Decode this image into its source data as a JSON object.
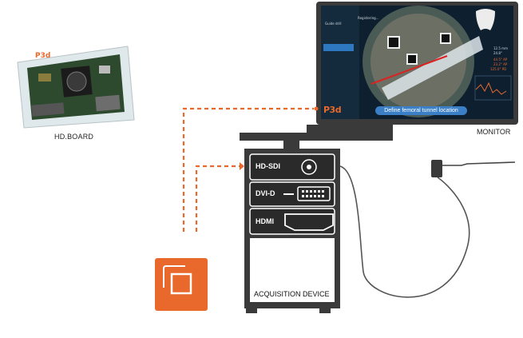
{
  "labels": {
    "board": "HD.BOARD",
    "monitor": "MONITOR",
    "acquisition": "ACQUISITION DEVICE"
  },
  "ports": [
    {
      "label": "HD-SDI"
    },
    {
      "label": "DVI-D"
    },
    {
      "label": "HDMI"
    }
  ],
  "screen": {
    "caption": "Define femoral tunnel location",
    "logo": "P3d",
    "title": "Guide drill",
    "status": "Registering...",
    "menu_items": [
      "",
      "",
      "",
      "",
      "",
      ""
    ],
    "readouts": [
      "12.5 mm",
      "24.8°",
      "44.5° AP",
      "23.2° AP",
      "125.0° PD"
    ]
  },
  "colors": {
    "accent": "#e8692b",
    "device": "#3a3a3a",
    "screen_bg": "#0e2030",
    "caption": "#3b7fc6"
  },
  "icons": {
    "app": "square-frame-icon"
  }
}
